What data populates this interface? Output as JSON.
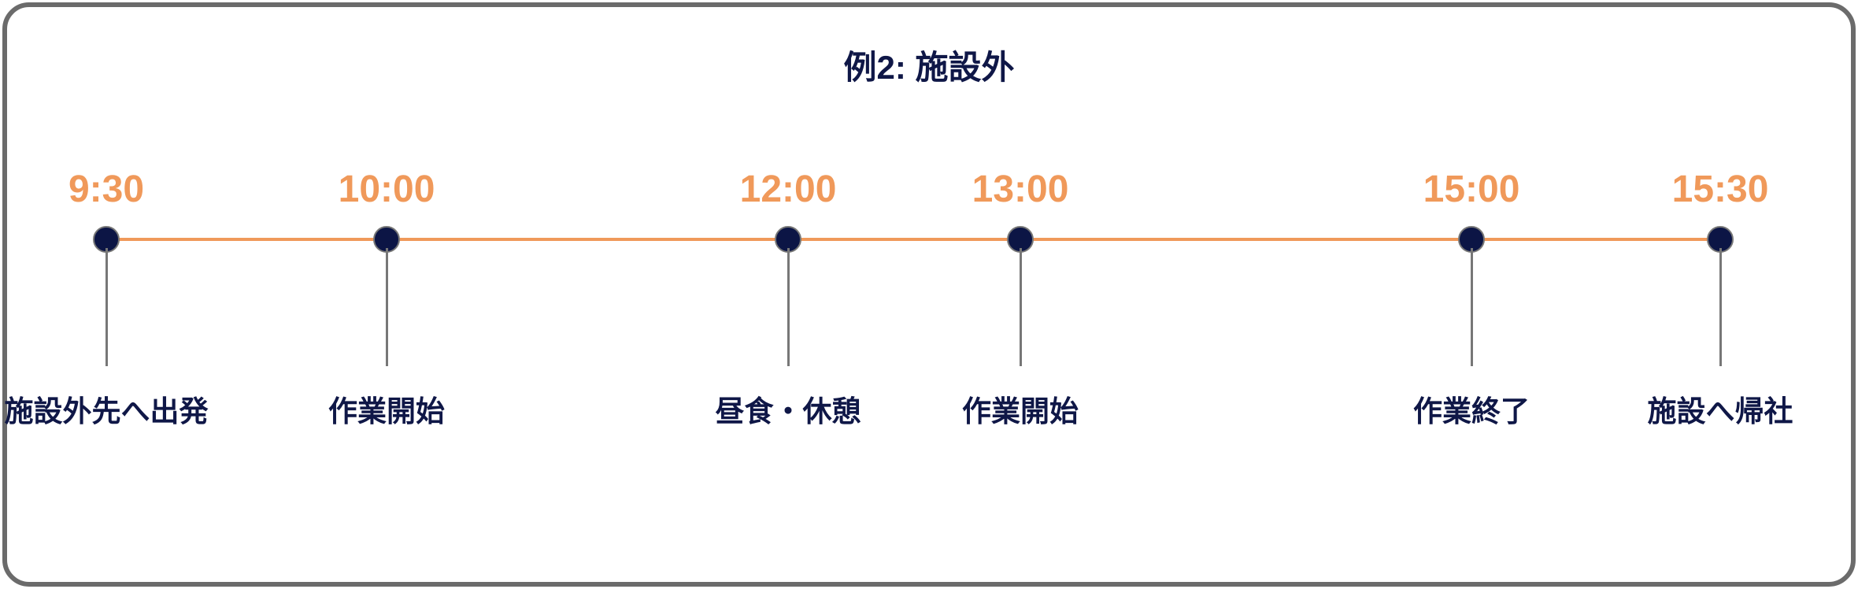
{
  "title": "例2: 施設外",
  "colors": {
    "accent": "#f0995a",
    "dot": "#0c1545",
    "text": "#0f1747"
  },
  "events": [
    {
      "time": "9:30",
      "label": "施設外先へ出発"
    },
    {
      "time": "10:00",
      "label": "作業開始"
    },
    {
      "time": "12:00",
      "label": "昼食・休憩"
    },
    {
      "time": "13:00",
      "label": "作業開始"
    },
    {
      "time": "15:00",
      "label": "作業終了"
    },
    {
      "time": "15:30",
      "label": "施設へ帰社"
    }
  ]
}
